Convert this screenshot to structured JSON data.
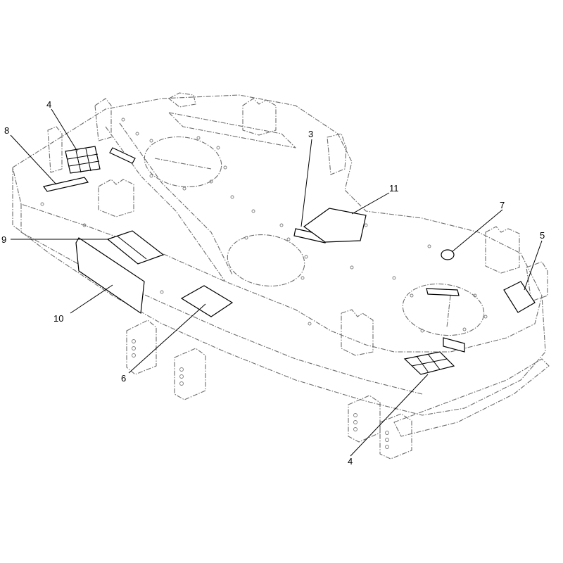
{
  "callouts": [
    {
      "label": "4"
    },
    {
      "label": "8"
    },
    {
      "label": "3"
    },
    {
      "label": "11"
    },
    {
      "label": "7"
    },
    {
      "label": "5"
    },
    {
      "label": "9"
    },
    {
      "label": "10"
    },
    {
      "label": "6"
    },
    {
      "label": "4"
    }
  ]
}
